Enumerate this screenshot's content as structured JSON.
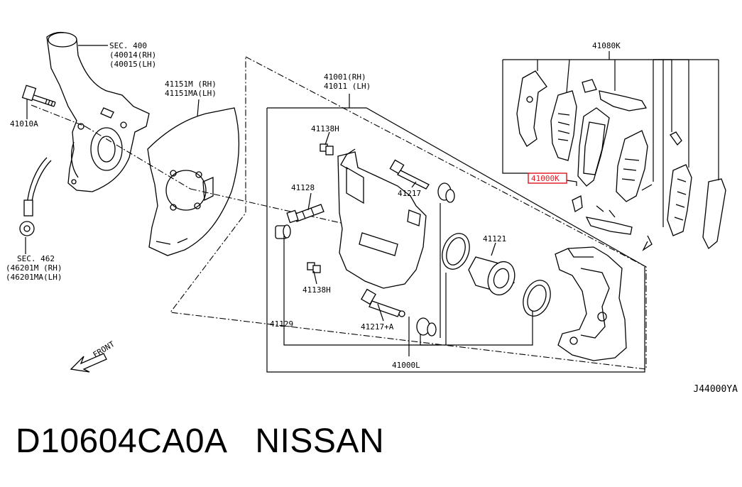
{
  "labels": {
    "sec_400": "SEC. 400",
    "p40014": "(40014(RH)",
    "p40015": "(40015(LH)",
    "p41010a": "41010A",
    "sec_462": "SEC. 462",
    "p46201m": "(46201M (RH)",
    "p46201ma": "(46201MA(LH)",
    "p41151m": "41151M  (RH)",
    "p41151ma": "41151MA(LH)",
    "p41001": "41001(RH)",
    "p41011": "41011 (LH)",
    "p41138h_top": "41138H",
    "p41128": "41128",
    "p41217": "41217",
    "p41121": "41121",
    "p41138h_bot": "41138H",
    "p41129": "41129",
    "p41217a": "41217+A",
    "p41000l": "41000L",
    "p41080k": "41080K",
    "p41000k": "41000K",
    "front": "FRONT"
  },
  "diagram_code": "J44000YA",
  "caption": "D10604CA0A   NISSAN",
  "highlight_color": "#e0202a"
}
